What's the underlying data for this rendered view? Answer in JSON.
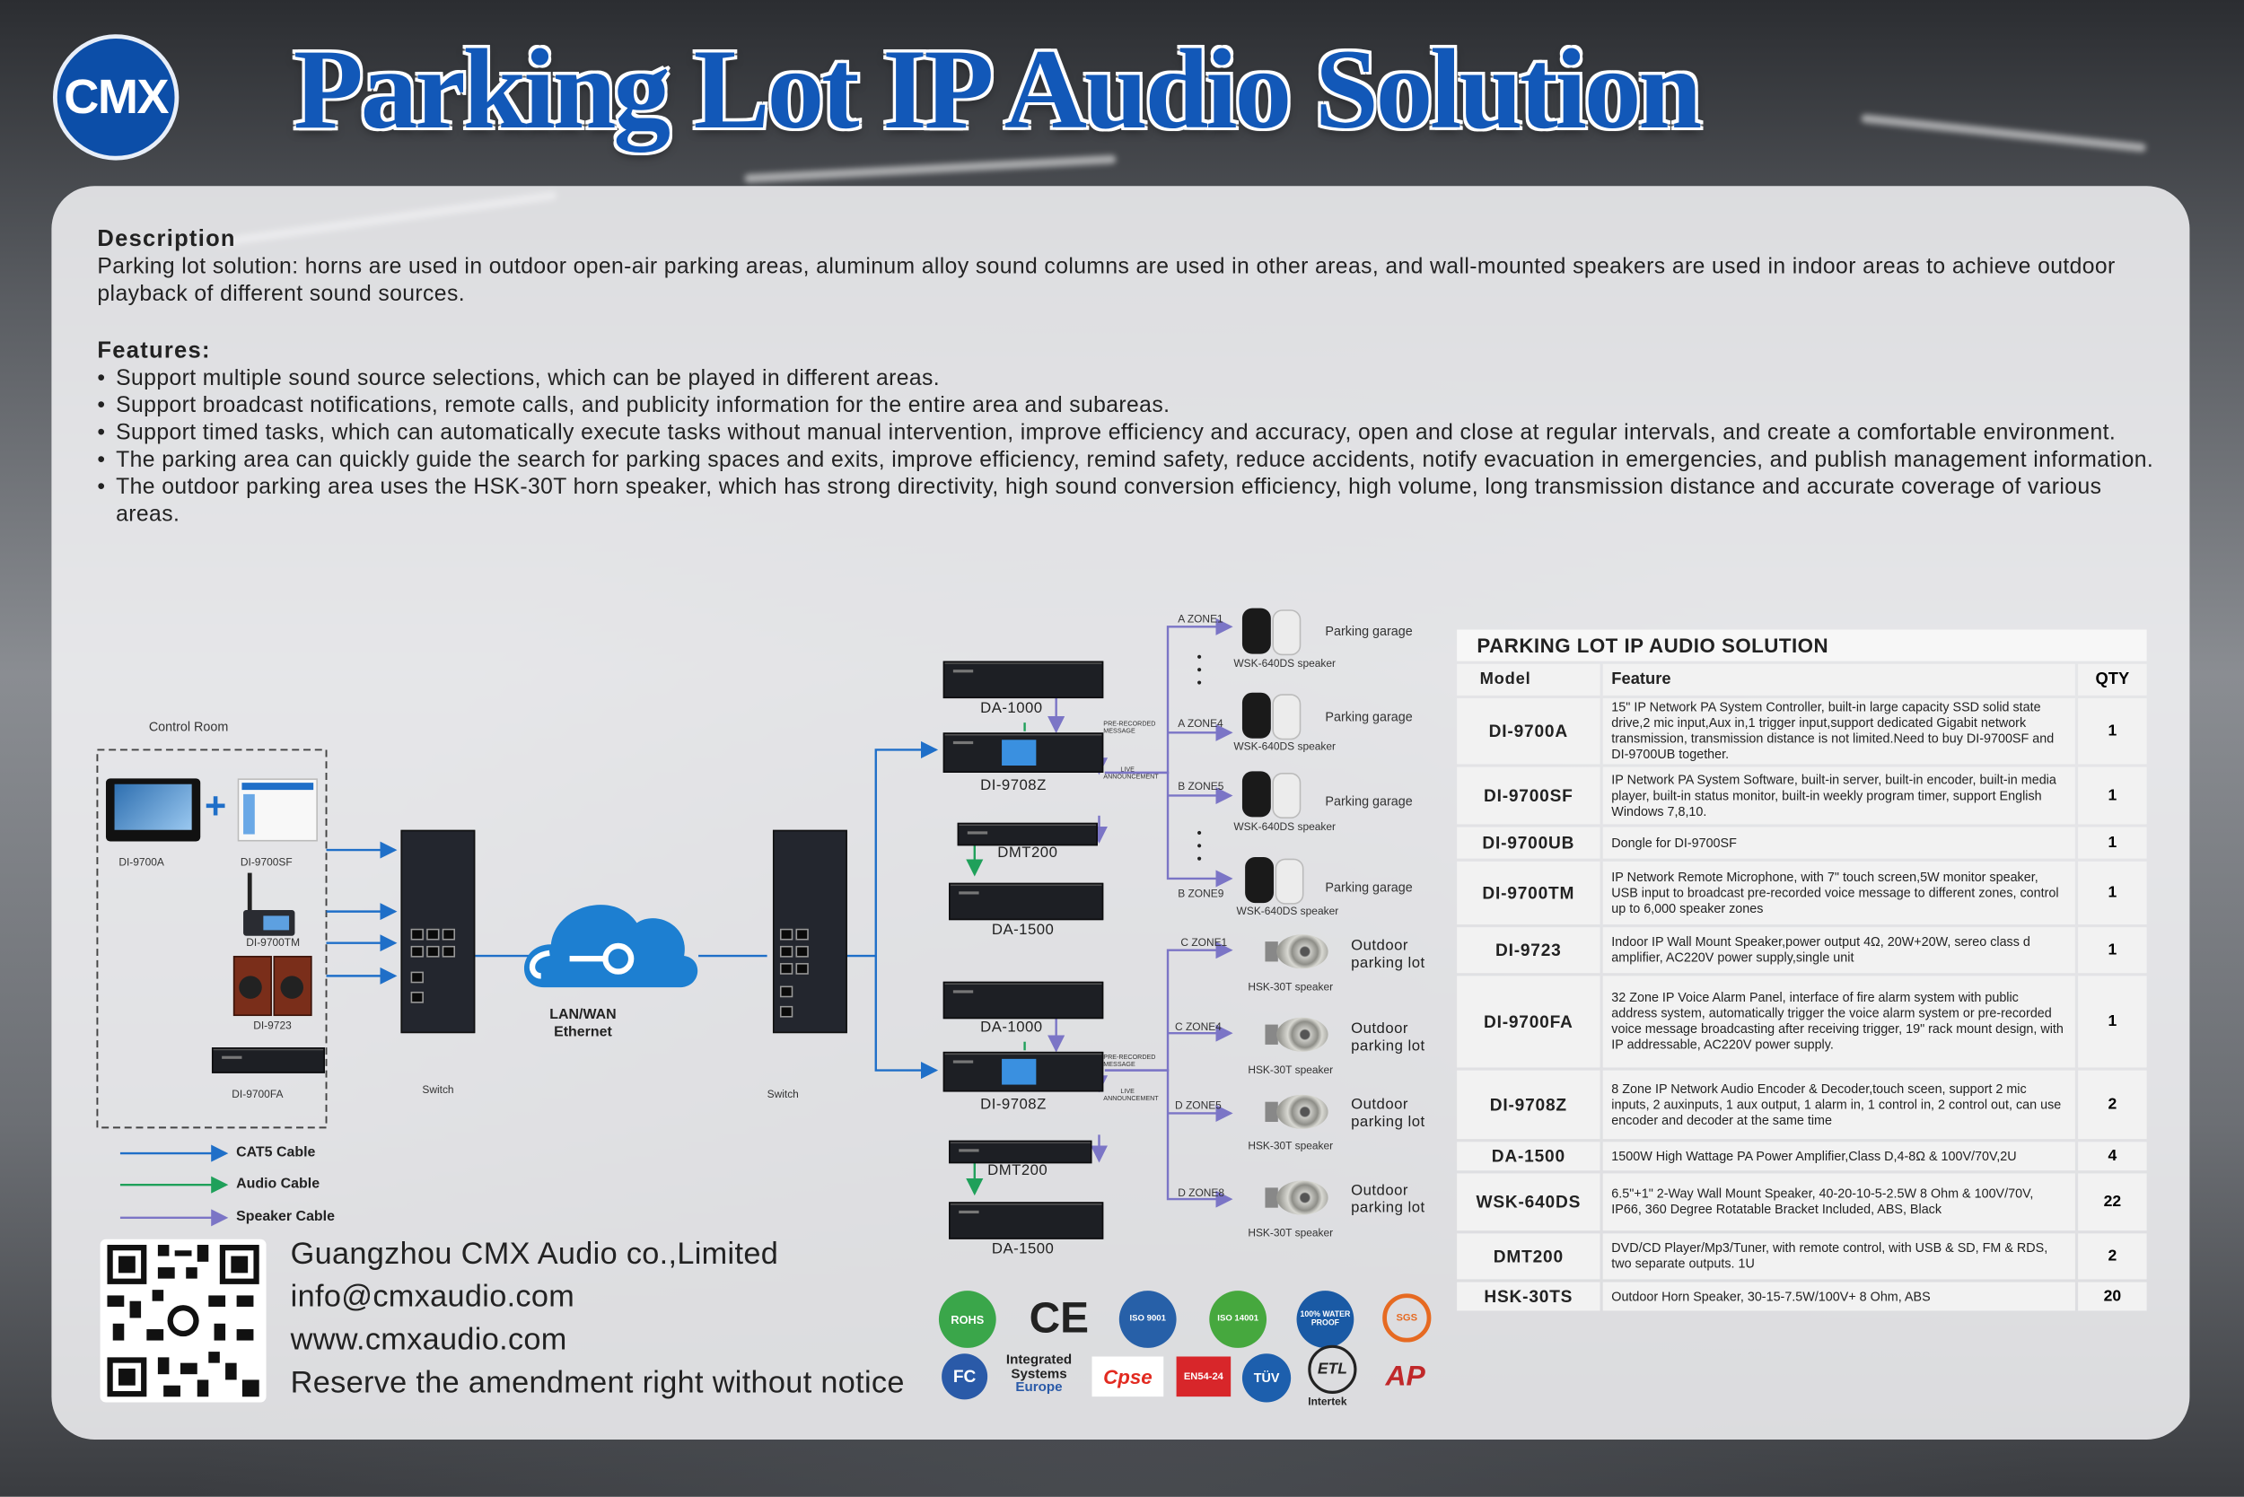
{
  "brand": {
    "logo_text": "CMX",
    "title": "Parking Lot IP Audio Solution"
  },
  "description": {
    "heading": "Description",
    "text": "Parking lot solution: horns are used in outdoor open-air parking areas, aluminum alloy sound columns are used in other areas, and wall-mounted speakers are used in indoor areas to achieve outdoor playback of different sound sources."
  },
  "features": {
    "heading": "Features:",
    "items": [
      "Support multiple sound source selections, which can be played in different areas.",
      "Support broadcast notifications, remote calls, and publicity information for the entire area and subareas.",
      "Support timed tasks, which can automatically execute tasks without manual intervention, improve efficiency and accuracy, open and close at regular intervals, and create a comfortable environment.",
      "The parking area can quickly guide the search for parking spaces and exits, improve efficiency, remind safety, reduce accidents, notify evacuation in emergencies, and publish management information.",
      "The outdoor parking area uses the HSK-30T horn speaker, which has strong directivity, high sound conversion efficiency, high volume, long transmission distance and accurate coverage of various areas."
    ]
  },
  "diagram": {
    "control_room": "Control Room",
    "devices": {
      "di9700a": "DI-9700A",
      "di9700sf": "DI-9700SF",
      "di9700tm": "DI-9700TM",
      "di9723": "DI-9723",
      "di9700fa": "DI-9700FA"
    },
    "switch_label": "Switch",
    "network": {
      "line1": "LAN/WAN",
      "line2": "Ethernet"
    },
    "racks": {
      "da1000": "DA-1000",
      "di9708z": "DI-9708Z",
      "dmt200": "DMT200",
      "da1500": "DA-1500"
    },
    "signal": {
      "prerecorded_1": "PRE-RECORDED",
      "prerecorded_2": "MESSAGE",
      "live_1": "LIVE",
      "live_2": "ANNOUNCEMENT"
    },
    "zones": {
      "a1": "A ZONE1",
      "a4": "A ZONE4",
      "b5": "B ZONE5",
      "b9": "B ZONE9",
      "c1": "C ZONE1",
      "c4": "C ZONE4",
      "d5": "D ZONE5",
      "d8": "D ZONE8"
    },
    "wall_speaker": "WSK-640DS speaker",
    "horn_speaker": "HSK-30T speaker",
    "garage": "Parking garage",
    "outdoor_1": "Outdoor",
    "outdoor_2": "parking lot",
    "legend": {
      "cat5": "CAT5 Cable",
      "audio": "Audio Cable",
      "speaker": "Speaker Cable"
    },
    "colors": {
      "cat5": "#1f6fc8",
      "audio": "#1fa05a",
      "speaker": "#7b75c6"
    }
  },
  "table": {
    "title": "PARKING LOT IP AUDIO SOLUTION",
    "headers": {
      "model": "Model",
      "feature": "Feature",
      "qty": "QTY"
    },
    "rows": [
      {
        "model": "DI-9700A",
        "feature": "15\" IP Network PA System Controller, built-in large capacity SSD solid state drive,2 mic input,Aux in,1 trigger input,support dedicated Gigabit network transmission, transmission distance is not limited.Need to buy DI-9700SF and DI-9700UB together.",
        "qty": "1"
      },
      {
        "model": "DI-9700SF",
        "feature": "IP Network PA System Software, built-in server, built-in encoder, built-in media player, built-in status monitor, built-in weekly program timer, support English Windows 7,8,10.",
        "qty": "1"
      },
      {
        "model": "DI-9700UB",
        "feature": "Dongle for DI-9700SF",
        "qty": "1"
      },
      {
        "model": "DI-9700TM",
        "feature": "IP Network Remote Microphone, with 7\" touch screen,5W monitor speaker, USB input to broadcast pre-recorded voice message to different zones, control up to 6,000 speaker zones",
        "qty": "1"
      },
      {
        "model": "DI-9723",
        "feature": "Indoor IP Wall Mount Speaker,power output 4Ω, 20W+20W, sereo class d amplifier, AC220V power supply,single unit",
        "qty": "1"
      },
      {
        "model": "DI-9700FA",
        "feature": "32 Zone IP Voice Alarm Panel, interface of fire alarm system with public address system, automatically trigger the voice alarm system or pre-recorded voice message broadcasting after receiving trigger, 19\" rack mount design, with IP addressable, AC220V power supply.",
        "qty": "1"
      },
      {
        "model": "DI-9708Z",
        "feature": "8 Zone IP Network Audio Encoder & Decoder,touch sceen, support 2 mic inputs, 2 auxinputs, 1 aux output, 1 alarm in, 1 control in, 2 control out, can use encoder and decoder at the same time",
        "qty": "2"
      },
      {
        "model": "DA-1500",
        "feature": "1500W High Wattage PA Power Amplifier,Class D,4-8Ω & 100V/70V,2U",
        "qty": "4"
      },
      {
        "model": "WSK-640DS",
        "feature": "6.5\"+1\" 2-Way Wall Mount Speaker, 40-20-10-5-2.5W 8 Ohm & 100V/70V, IP66, 360 Degree Rotatable Bracket Included, ABS, Black",
        "qty": "22"
      },
      {
        "model": "DMT200",
        "feature": "DVD/CD Player/Mp3/Tuner, with remote control, with USB & SD, FM & RDS, two separate outputs. 1U",
        "qty": "2"
      },
      {
        "model": "HSK-30TS",
        "feature": "Outdoor Horn Speaker, 30-15-7.5W/100V+ 8 Ohm, ABS",
        "qty": "20"
      }
    ]
  },
  "contact": {
    "company": "Guangzhou CMX Audio co.,Limited",
    "email": "info@cmxaudio.com",
    "website": "www.cmxaudio.com",
    "notice": "Reserve the amendment right without notice"
  },
  "certs": {
    "rohs": "ROHS",
    "ce": "CE",
    "iso9001": "ISO 9001",
    "iso14001": "ISO 14001",
    "waterproof": "100% WATER PROOF",
    "sgs": "SGS",
    "fc": "FC",
    "integrated_1": "Integrated",
    "integrated_2": "Systems",
    "integrated_3": "Europe",
    "cpse": "Cpse",
    "en54": "EN54-24",
    "tuv": "TÜV",
    "etl": "ETL",
    "intertek": "Intertek",
    "ap": "AP"
  }
}
